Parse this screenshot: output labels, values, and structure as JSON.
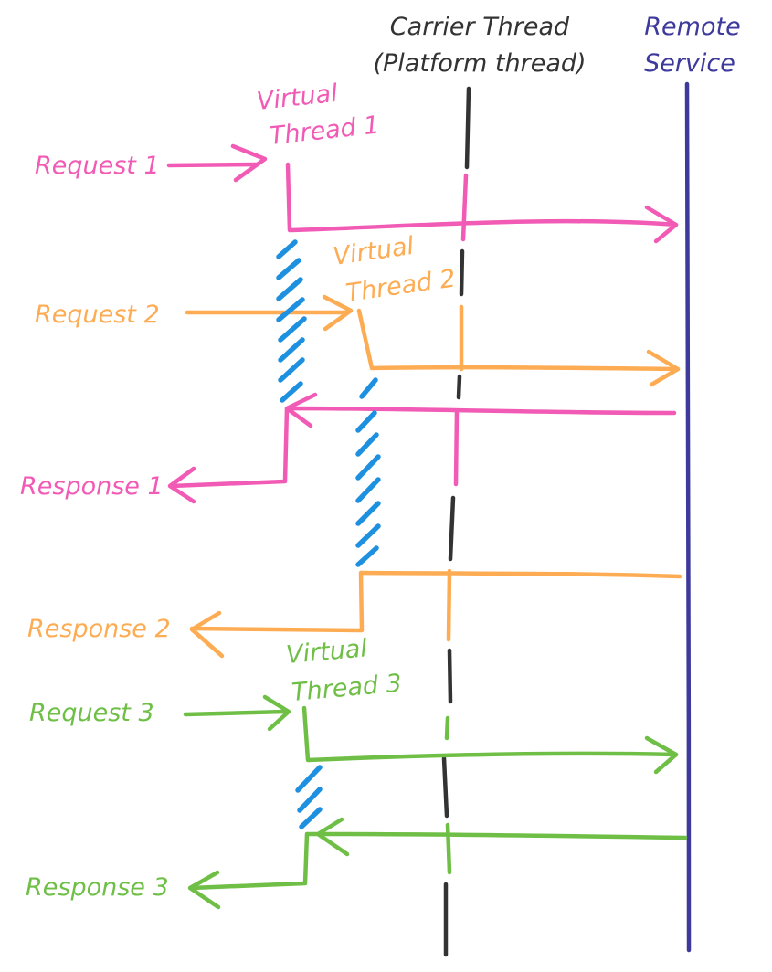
{
  "colors": {
    "request1": "#f15bb5",
    "request2": "#fdac53",
    "request3": "#6fbf47",
    "carrier": "#333333",
    "remote": "#3d3a9c",
    "hatch": "#1e90e0"
  },
  "labels": {
    "carrier_thread_line1": "Carrier Thread",
    "carrier_thread_line2": "(Platform thread)",
    "remote_service_line1": "Remote",
    "remote_service_line2": "Service",
    "vt1_line1": "Virtual",
    "vt1_line2": "Thread 1",
    "vt2_line1": "Virtual",
    "vt2_line2": "Thread 2",
    "vt3_line1": "Virtual",
    "vt3_line2": "Thread 3",
    "request1": "Request 1",
    "request2": "Request 2",
    "request3": "Request 3",
    "response1": "Response 1",
    "response2": "Response 2",
    "response3": "Response 3"
  }
}
